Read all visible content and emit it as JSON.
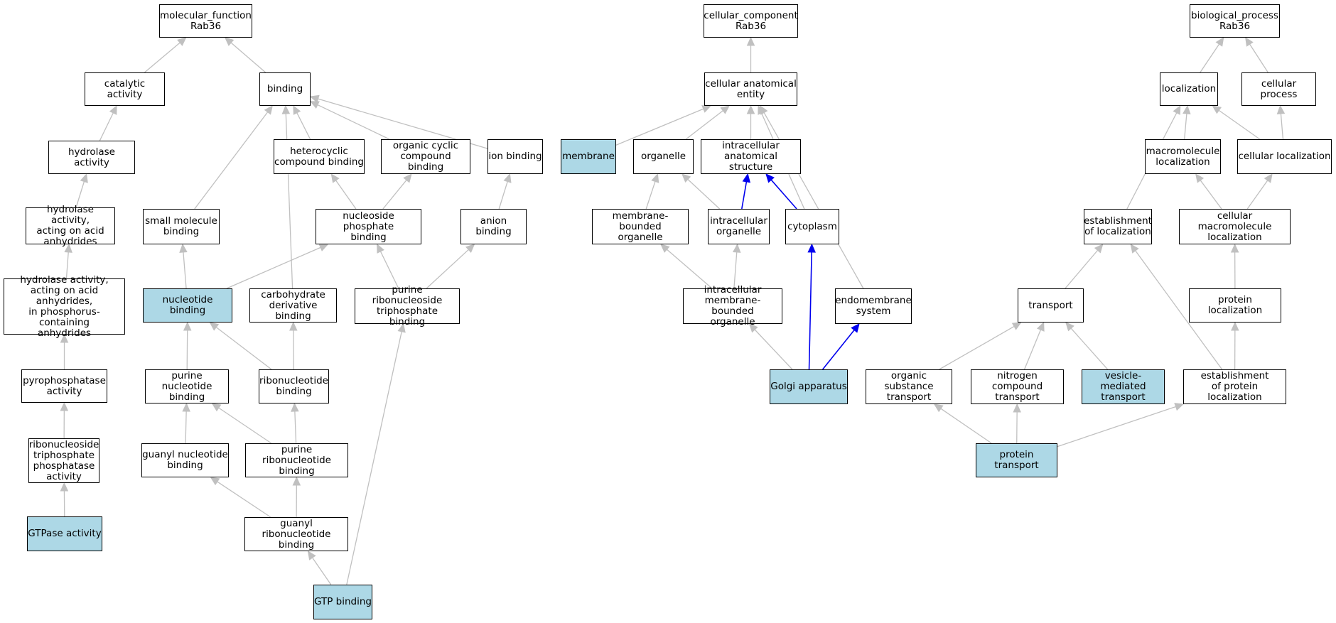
{
  "colors": {
    "highlight_fill": "#add8e6",
    "node_fill": "#ffffff",
    "border": "#000000",
    "edge_gray": "#c0c0c0",
    "edge_blue": "#0000ee"
  },
  "nodes": [
    {
      "id": "mf",
      "label": "molecular_function\nRab36"
    },
    {
      "id": "catalytic",
      "label": "catalytic activity"
    },
    {
      "id": "binding",
      "label": "binding"
    },
    {
      "id": "hydrolase",
      "label": "hydrolase activity"
    },
    {
      "id": "hydro_anh",
      "label": "hydrolase activity,\nacting on acid\nanhydrides"
    },
    {
      "id": "hydro_phos",
      "label": "hydrolase activity,\nacting on acid\nanhydrides,\nin phosphorus-containing\nanhydrides"
    },
    {
      "id": "pyro",
      "label": "pyrophosphatase\nactivity"
    },
    {
      "id": "ntpase",
      "label": "ribonucleoside\ntriphosphate\nphosphatase\nactivity"
    },
    {
      "id": "gtpase",
      "label": "GTPase activity",
      "hl": true
    },
    {
      "id": "smallmol",
      "label": "small molecule\nbinding"
    },
    {
      "id": "hetero",
      "label": "heterocyclic\ncompound binding"
    },
    {
      "id": "orgcyc",
      "label": "organic cyclic\ncompound binding"
    },
    {
      "id": "ion",
      "label": "ion binding"
    },
    {
      "id": "nucphos",
      "label": "nucleoside phosphate\nbinding"
    },
    {
      "id": "anion",
      "label": "anion binding"
    },
    {
      "id": "nucbind",
      "label": "nucleotide binding",
      "hl": true
    },
    {
      "id": "carbo",
      "label": "carbohydrate\nderivative binding"
    },
    {
      "id": "prtp",
      "label": "purine ribonucleoside\ntriphosphate\nbinding"
    },
    {
      "id": "purnuc",
      "label": "purine nucleotide\nbinding"
    },
    {
      "id": "ribonuc",
      "label": "ribonucleotide\nbinding"
    },
    {
      "id": "guanyl",
      "label": "guanyl nucleotide\nbinding"
    },
    {
      "id": "purribo",
      "label": "purine ribonucleotide\nbinding"
    },
    {
      "id": "guanribo",
      "label": "guanyl ribonucleotide\nbinding"
    },
    {
      "id": "gtp",
      "label": "GTP binding",
      "hl": true
    },
    {
      "id": "cc",
      "label": "cellular_component\nRab36"
    },
    {
      "id": "cae",
      "label": "cellular anatomical\nentity"
    },
    {
      "id": "membrane",
      "label": "membrane",
      "hl": true
    },
    {
      "id": "organelle",
      "label": "organelle"
    },
    {
      "id": "ias",
      "label": "intracellular\nanatomical structure"
    },
    {
      "id": "mbo",
      "label": "membrane-bounded\norganelle"
    },
    {
      "id": "intorg",
      "label": "intracellular\norganelle"
    },
    {
      "id": "cytoplasm",
      "label": "cytoplasm"
    },
    {
      "id": "imbo",
      "label": "intracellular\nmembrane-bounded\norganelle"
    },
    {
      "id": "endo",
      "label": "endomembrane\nsystem"
    },
    {
      "id": "golgi",
      "label": "Golgi apparatus",
      "hl": true
    },
    {
      "id": "bp",
      "label": "biological_process\nRab36"
    },
    {
      "id": "loc",
      "label": "localization"
    },
    {
      "id": "cellproc",
      "label": "cellular process"
    },
    {
      "id": "macroloc",
      "label": "macromolecule\nlocalization"
    },
    {
      "id": "cellloc",
      "label": "cellular localization"
    },
    {
      "id": "estloc",
      "label": "establishment\nof localization"
    },
    {
      "id": "cmacroloc",
      "label": "cellular macromolecule\nlocalization"
    },
    {
      "id": "transport",
      "label": "transport"
    },
    {
      "id": "protloc",
      "label": "protein localization"
    },
    {
      "id": "ost",
      "label": "organic substance\ntransport"
    },
    {
      "id": "nct",
      "label": "nitrogen compound\ntransport"
    },
    {
      "id": "vmt",
      "label": "vesicle-mediated\ntransport",
      "hl": true
    },
    {
      "id": "estprot",
      "label": "establishment\nof protein localization"
    },
    {
      "id": "prottrans",
      "label": "protein transport",
      "hl": true
    }
  ],
  "edges": [
    {
      "from": "catalytic",
      "to": "mf"
    },
    {
      "from": "binding",
      "to": "mf"
    },
    {
      "from": "hydrolase",
      "to": "catalytic"
    },
    {
      "from": "hydro_anh",
      "to": "hydrolase"
    },
    {
      "from": "hydro_phos",
      "to": "hydro_anh"
    },
    {
      "from": "pyro",
      "to": "hydro_phos"
    },
    {
      "from": "ntpase",
      "to": "pyro"
    },
    {
      "from": "gtpase",
      "to": "ntpase"
    },
    {
      "from": "smallmol",
      "to": "binding"
    },
    {
      "from": "hetero",
      "to": "binding"
    },
    {
      "from": "orgcyc",
      "to": "binding"
    },
    {
      "from": "ion",
      "to": "binding"
    },
    {
      "from": "carbo",
      "to": "binding"
    },
    {
      "from": "nucphos",
      "to": "hetero"
    },
    {
      "from": "nucphos",
      "to": "orgcyc"
    },
    {
      "from": "anion",
      "to": "ion"
    },
    {
      "from": "nucbind",
      "to": "smallmol"
    },
    {
      "from": "nucbind",
      "to": "nucphos"
    },
    {
      "from": "prtp",
      "to": "nucphos"
    },
    {
      "from": "prtp",
      "to": "anion"
    },
    {
      "from": "purnuc",
      "to": "nucbind"
    },
    {
      "from": "ribonuc",
      "to": "nucbind"
    },
    {
      "from": "ribonuc",
      "to": "carbo"
    },
    {
      "from": "guanyl",
      "to": "purnuc"
    },
    {
      "from": "purribo",
      "to": "purnuc"
    },
    {
      "from": "purribo",
      "to": "ribonuc"
    },
    {
      "from": "guanribo",
      "to": "guanyl"
    },
    {
      "from": "guanribo",
      "to": "purribo"
    },
    {
      "from": "gtp",
      "to": "guanribo"
    },
    {
      "from": "gtp",
      "to": "prtp"
    },
    {
      "from": "cae",
      "to": "cc"
    },
    {
      "from": "membrane",
      "to": "cae"
    },
    {
      "from": "organelle",
      "to": "cae"
    },
    {
      "from": "ias",
      "to": "cae"
    },
    {
      "from": "cytoplasm",
      "to": "cae"
    },
    {
      "from": "endo",
      "to": "cae"
    },
    {
      "from": "mbo",
      "to": "organelle"
    },
    {
      "from": "intorg",
      "to": "organelle"
    },
    {
      "from": "intorg",
      "to": "ias",
      "blue": true
    },
    {
      "from": "cytoplasm",
      "to": "ias",
      "blue": true
    },
    {
      "from": "imbo",
      "to": "mbo"
    },
    {
      "from": "imbo",
      "to": "intorg"
    },
    {
      "from": "golgi",
      "to": "imbo"
    },
    {
      "from": "golgi",
      "to": "cytoplasm",
      "blue": true
    },
    {
      "from": "golgi",
      "to": "endo",
      "blue": true
    },
    {
      "from": "loc",
      "to": "bp"
    },
    {
      "from": "cellproc",
      "to": "bp"
    },
    {
      "from": "estloc",
      "to": "loc"
    },
    {
      "from": "macroloc",
      "to": "loc"
    },
    {
      "from": "cellloc",
      "to": "loc"
    },
    {
      "from": "cellloc",
      "to": "cellproc"
    },
    {
      "from": "cmacroloc",
      "to": "macroloc"
    },
    {
      "from": "cmacroloc",
      "to": "cellloc"
    },
    {
      "from": "transport",
      "to": "estloc"
    },
    {
      "from": "estprot",
      "to": "estloc"
    },
    {
      "from": "protloc",
      "to": "cmacroloc"
    },
    {
      "from": "ost",
      "to": "transport"
    },
    {
      "from": "nct",
      "to": "transport"
    },
    {
      "from": "vmt",
      "to": "transport"
    },
    {
      "from": "estprot",
      "to": "protloc"
    },
    {
      "from": "prottrans",
      "to": "ost"
    },
    {
      "from": "prottrans",
      "to": "nct"
    },
    {
      "from": "prottrans",
      "to": "estprot"
    }
  ]
}
